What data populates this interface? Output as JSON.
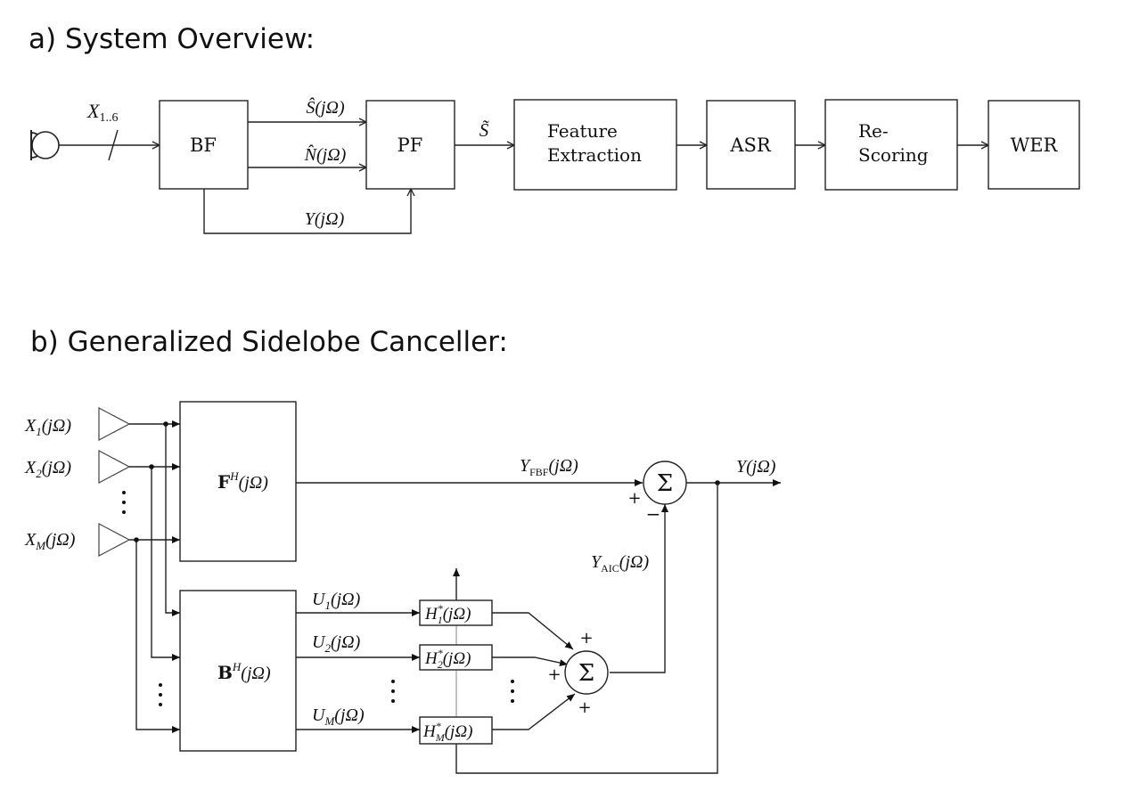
{
  "titles": {
    "a": "a) System Overview:",
    "b": "b) Generalized Sidelobe Canceller:"
  },
  "overview": {
    "input_label": "X",
    "input_sub": "1..6",
    "blocks": {
      "bf": "BF",
      "pf": "PF",
      "fe_line1": "Feature",
      "fe_line2": "Extraction",
      "asr": "ASR",
      "rs_line1": "Re-",
      "rs_line2": "Scoring",
      "wer": "WER"
    },
    "signals": {
      "s_hat": "Ŝ(jΩ)",
      "n_hat": "N̂(jΩ)",
      "y": "Y(jΩ)",
      "s_tilde": "S̃"
    }
  },
  "gsc": {
    "inputs": [
      {
        "name": "X",
        "sub": "1",
        "arg": "(jΩ)"
      },
      {
        "name": "X",
        "sub": "2",
        "arg": "(jΩ)"
      },
      {
        "name": "X",
        "sub": "M",
        "arg": "(jΩ)"
      }
    ],
    "fbf": {
      "bold": "F",
      "sup": "H",
      "arg": "(jΩ)"
    },
    "blocking": {
      "bold": "B",
      "sup": "H",
      "arg": "(jΩ)"
    },
    "y_fbf": {
      "name": "Y",
      "sub": "FBF",
      "arg": "(jΩ)"
    },
    "y_aic": {
      "name": "Y",
      "sub": "AIC",
      "arg": "(jΩ)"
    },
    "y_out": "Y(jΩ)",
    "sum_symbol": "Σ",
    "u_signals": [
      {
        "name": "U",
        "sub": "1",
        "arg": "(jΩ)"
      },
      {
        "name": "U",
        "sub": "2",
        "arg": "(jΩ)"
      },
      {
        "name": "U",
        "sub": "M",
        "arg": "(jΩ)"
      }
    ],
    "filters": [
      {
        "name": "H",
        "sup": "*",
        "sub": "1",
        "arg": "(jΩ)"
      },
      {
        "name": "H",
        "sup": "*",
        "sub": "2",
        "arg": "(jΩ)"
      },
      {
        "name": "H",
        "sup": "*",
        "sub": "M",
        "arg": "(jΩ)"
      }
    ],
    "signs": {
      "plus": "+",
      "minus": "−"
    }
  }
}
